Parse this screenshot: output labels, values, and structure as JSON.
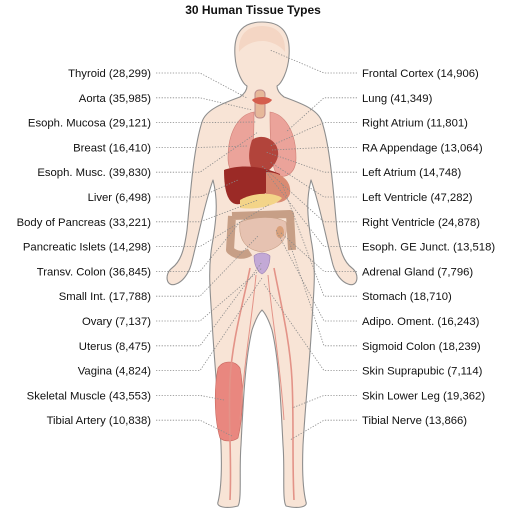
{
  "title": "30 Human Tissue Types",
  "colors": {
    "skin": "#f8e4d6",
    "outline": "#8e8e8e",
    "muscle": "#e9877f",
    "artery": "#e39388",
    "liver": "#9b2a26",
    "heart": "#b2443b",
    "lung": "#eba39a",
    "fat": "#f3d488",
    "colon": "#c79f86",
    "uterus": "#c3a9d6",
    "label_text": "#111111",
    "leader": "#8a8a8a"
  },
  "left_labels": [
    "Thyroid (28,299)",
    "Aorta (35,985)",
    "Esoph. Mucosa (29,121)",
    "Breast (16,410)",
    "Esoph. Musc. (39,830)",
    "Liver (6,498)",
    "Body of Pancreas (33,221)",
    "Pancreatic Islets (14,298)",
    "Transv. Colon (36,845)",
    "Small Int. (17,788)",
    "Ovary (7,137)",
    "Uterus (8,475)",
    "Vagina (4,824)",
    "Skeletal Muscle (43,553)",
    "Tibial Artery (10,838)"
  ],
  "right_labels": [
    "Frontal Cortex (14,906)",
    "Lung (41,349)",
    "Right Atrium (11,801)",
    "RA Appendage (13,064)",
    "Left Atrium (14,748)",
    "Left Ventricle (47,282)",
    "Right Ventricle (24,878)",
    "Esoph. GE Junct. (13,518)",
    "Adrenal Gland (7,796)",
    "Stomach (18,710)",
    "Adipo. Oment. (16,243)",
    "Sigmoid Colon (18,239)",
    "Skin Suprapubic (7,114)",
    "Skin Lower Leg (19,362)",
    "Tibial Nerve (13,866)"
  ]
}
